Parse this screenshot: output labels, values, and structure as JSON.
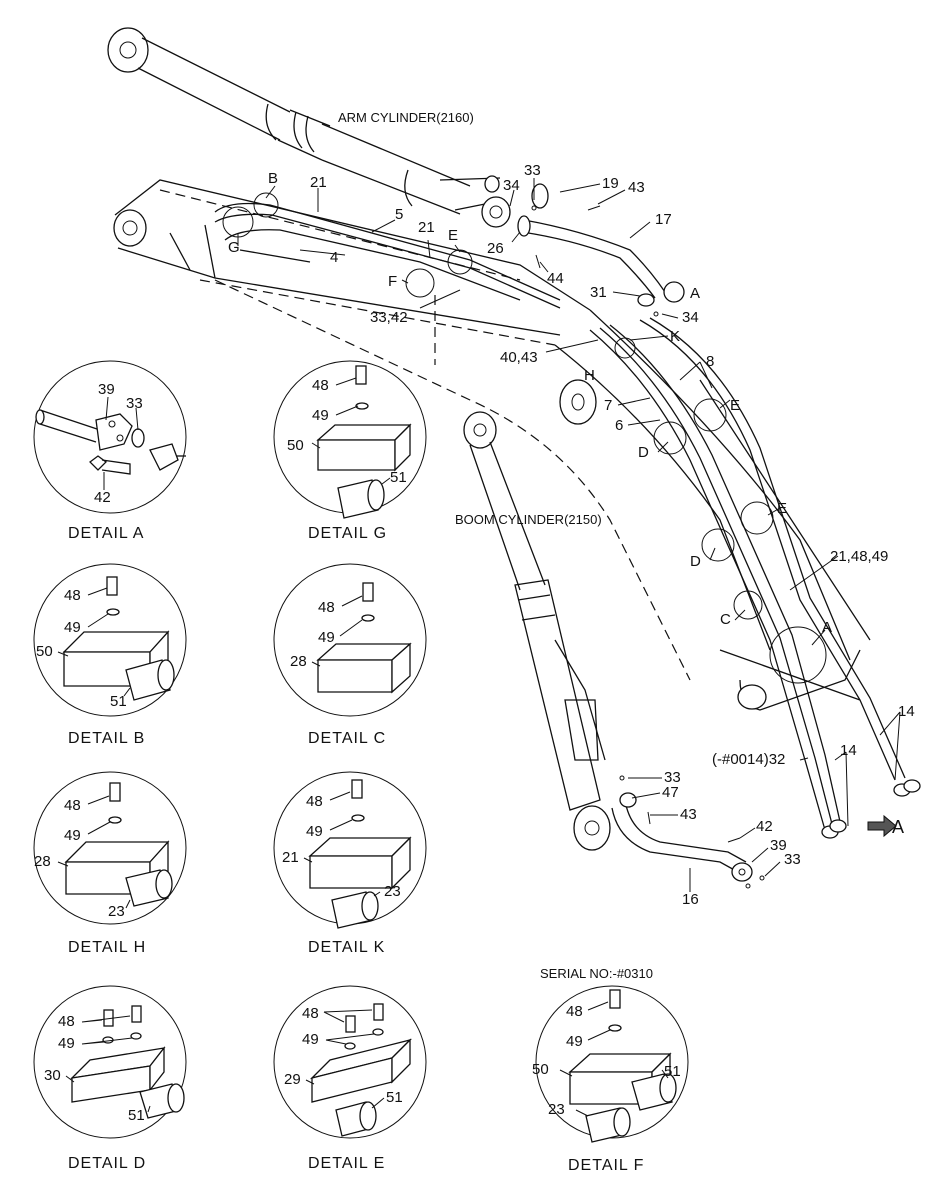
{
  "titles": {
    "arm_cylinder": "ARM CYLINDER(2160)",
    "boom_cylinder": "BOOM CYLINDER(2150)",
    "serial_note": "SERIAL NO:-#0310",
    "serial_32": "(-#0014)32",
    "view_a": "A"
  },
  "main_labels": {
    "b": "B",
    "n21a": "21",
    "n5": "5",
    "n4": "4",
    "g": "G",
    "n21b": "21",
    "e_top": "E",
    "f": "F",
    "n33_42": "33,42",
    "n33a": "33",
    "n34a": "34",
    "n19": "19",
    "n43a": "43",
    "n17": "17",
    "n26": "26",
    "n44": "44",
    "n31": "31",
    "a_top": "A",
    "n34b": "34",
    "k": "K",
    "n40_43": "40,43",
    "h": "H",
    "n8": "8",
    "e_right1": "E",
    "n7": "7",
    "n6": "6",
    "d1": "D",
    "e_right2": "E",
    "n21_48_49": "21,48,49",
    "d2": "D",
    "c": "C",
    "a_mid": "A",
    "n14a": "14",
    "n14b": "14",
    "n33b": "33",
    "n47": "47",
    "n43b": "43",
    "n42": "42",
    "n39": "39",
    "n33c": "33",
    "n16": "16"
  },
  "details": {
    "a": {
      "caption": "DETAIL  A",
      "l1": "39",
      "l2": "33",
      "l3": "42"
    },
    "g": {
      "caption": "DETAIL  G",
      "bolt": "48",
      "washer": "49",
      "clamp": "50",
      "bush": "51"
    },
    "b": {
      "caption": "DETAIL  B",
      "bolt": "48",
      "washer": "49",
      "clamp": "50",
      "bush": "51"
    },
    "c": {
      "caption": "DETAIL  C",
      "bolt": "48",
      "washer": "49",
      "clamp": "28"
    },
    "h": {
      "caption": "DETAIL  H",
      "bolt": "48",
      "washer": "49",
      "clamp": "28",
      "bush": "23"
    },
    "k": {
      "caption": "DETAIL  K",
      "bolt": "48",
      "washer": "49",
      "clamp": "21",
      "bush": "23"
    },
    "d": {
      "caption": "DETAIL  D",
      "bolt": "48",
      "washer": "49",
      "clamp": "30",
      "bush": "51"
    },
    "e": {
      "caption": "DETAIL  E",
      "bolt": "48",
      "washer": "49",
      "clamp": "29",
      "bush": "51"
    },
    "f": {
      "caption": "DETAIL  F",
      "bolt": "48",
      "washer": "49",
      "clamp": "50",
      "bush": "51",
      "bush2": "23"
    }
  }
}
